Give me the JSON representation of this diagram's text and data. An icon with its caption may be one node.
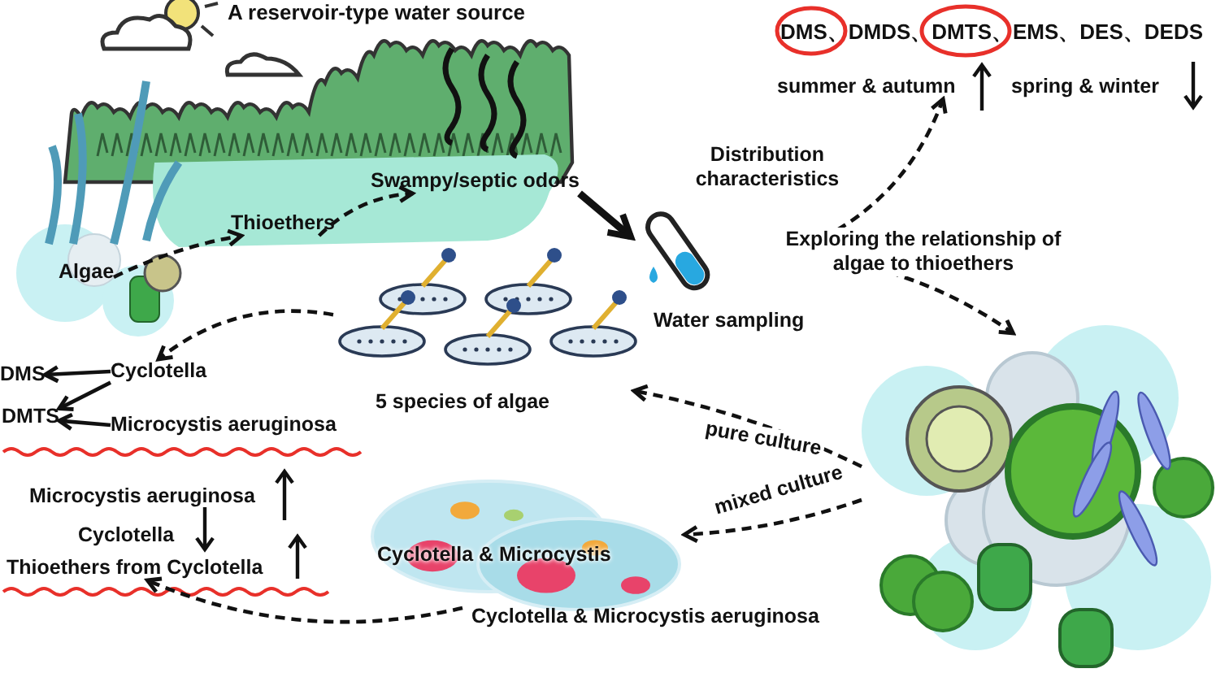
{
  "diagram": {
    "title": "A reservoir-type water source",
    "nodes": [
      {
        "text": [
          "Algae"
        ]
      },
      {
        "text": [
          "Thioethers"
        ]
      },
      {
        "text": [
          "Swampy/septic odors"
        ]
      },
      {
        "text": [
          "Water sampling"
        ]
      },
      {
        "text": [
          "summer & autumn"
        ]
      },
      {
        "text": [],
        "shape": "picture"
      },
      {
        "text": [
          "5 species of algae"
        ]
      },
      {
        "text": [
          "Cyclotella & Microcystis"
        ]
      },
      {
        "text": [
          "Cyclotella"
        ]
      },
      {
        "text": [
          "Microcystis aeruginosa"
        ]
      },
      {
        "text": [
          "DMS"
        ]
      },
      {
        "text": [
          "DMTS"
        ]
      },
      {
        "text": [
          "Thioethers from Cyclotella"
        ]
      }
    ],
    "edges": [
      {
        "from": 0,
        "to": 1,
        "arrow": "to",
        "style": "dashed"
      },
      {
        "from": 1,
        "to": 2,
        "arrow": "to",
        "style": "dashed"
      },
      {
        "from": 2,
        "to": 3,
        "arrow": "to",
        "style": "thick"
      },
      {
        "from": 3,
        "to": 4,
        "arrow": "to",
        "style": "dashed",
        "label": "Distribution characteristics"
      },
      {
        "from": 3,
        "to": 5,
        "arrow": "to",
        "style": "dashed",
        "label": "Exploring the relationship of algae to thioethers"
      },
      {
        "from": 5,
        "to": 6,
        "arrow": "to",
        "style": "dashed",
        "label": "pure culture"
      },
      {
        "from": 5,
        "to": 7,
        "arrow": "to",
        "style": "dashed",
        "label": "mixed culture"
      },
      {
        "from": 6,
        "to": 8,
        "arrow": "to",
        "style": "dashed"
      },
      {
        "from": 8,
        "to": 10,
        "arrow": "to"
      },
      {
        "from": 8,
        "to": 11,
        "arrow": "to"
      },
      {
        "from": 9,
        "to": 11,
        "arrow": "to"
      },
      {
        "from": 7,
        "to": 12,
        "arrow": "to",
        "style": "dashed"
      }
    ],
    "labels": [
      "DMS、DMDS、DMTS、EMS、DES、DEDS",
      "spring & winter",
      "Cyclotella & Microcystis aeruginosa",
      "Microcystis aeruginosa",
      "Cyclotella"
    ]
  }
}
